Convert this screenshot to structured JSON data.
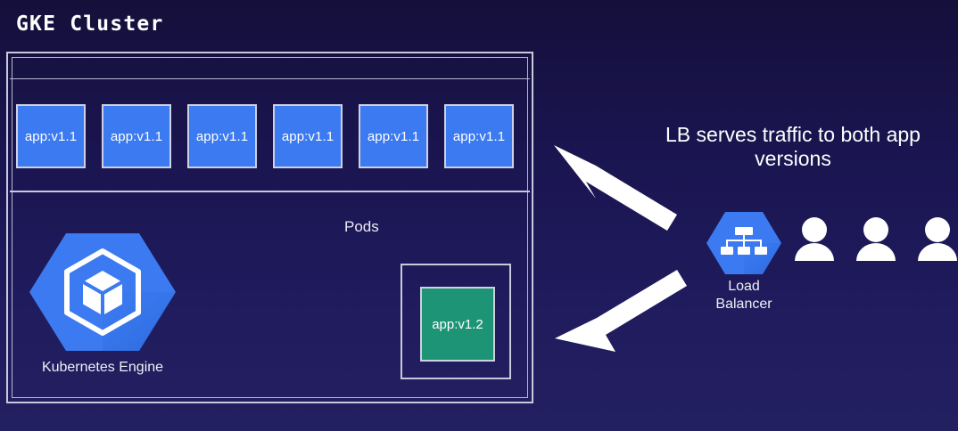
{
  "diagram": {
    "title": "GKE Cluster",
    "background_color": "#1c1856",
    "accent_blue": "#3b7af0",
    "accent_green": "#1e9476",
    "border_color": "#c9c9dd"
  },
  "cluster": {
    "pods_label": "Pods",
    "pods_v1": [
      {
        "label": "app:v1.1"
      },
      {
        "label": "app:v1.1"
      },
      {
        "label": "app:v1.1"
      },
      {
        "label": "app:v1.1"
      },
      {
        "label": "app:v1.1"
      },
      {
        "label": "app:v1.1"
      }
    ],
    "pod_v2": {
      "label": "app:v1.2"
    },
    "engine": {
      "label": "Kubernetes Engine",
      "icon": "kubernetes-engine-hexagon-icon"
    }
  },
  "annotation": {
    "line1": "LB serves traffic to both app",
    "line2": "versions"
  },
  "load_balancer": {
    "label_line1": "Load",
    "label_line2": "Balancer",
    "icon": "load-balancer-hexagon-icon"
  },
  "users": [
    {
      "icon": "user-icon"
    },
    {
      "icon": "user-icon"
    },
    {
      "icon": "user-icon"
    }
  ],
  "arrows": [
    {
      "name": "arrow-to-v1-pods",
      "direction": "up-left"
    },
    {
      "name": "arrow-to-v2-pod",
      "direction": "down-left"
    }
  ]
}
